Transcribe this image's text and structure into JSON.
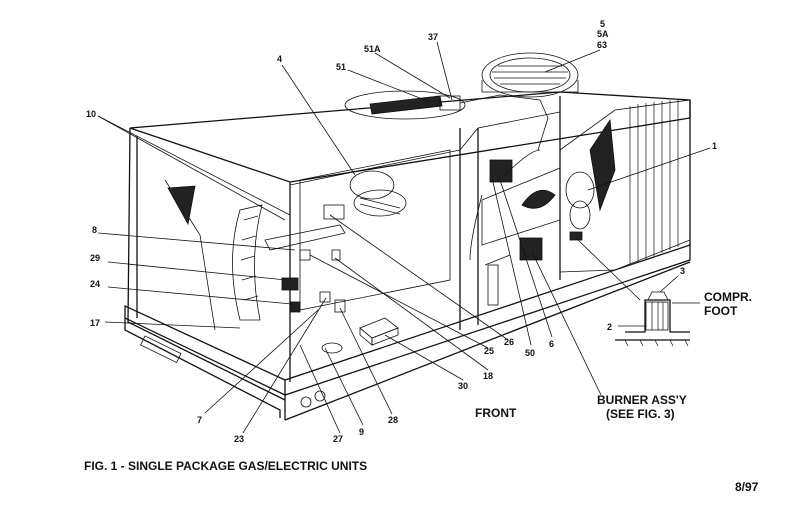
{
  "figure": {
    "caption": "FIG. 1 - SINGLE PACKAGE GAS/ELECTRIC UNITS",
    "date_code": "8/97",
    "front_label": "FRONT",
    "burner_line1": "BURNER ASS'Y",
    "burner_line2": "(SEE FIG. 3)",
    "compr_line1": "COMPR.",
    "compr_line2": "FOOT"
  },
  "callouts": {
    "c10": "10",
    "c8": "8",
    "c29": "29",
    "c24": "24",
    "c17": "17",
    "c4": "4",
    "c51": "51",
    "c51a": "51A",
    "c37": "37",
    "c5": "5",
    "c5a": "5A",
    "c63": "63",
    "c1": "1",
    "c7": "7",
    "c23": "23",
    "c27": "27",
    "c9": "9",
    "c28": "28",
    "c30": "30",
    "c18": "18",
    "c25": "25",
    "c26": "26",
    "c50": "50",
    "c6": "6",
    "c3": "3",
    "c2": "2"
  }
}
